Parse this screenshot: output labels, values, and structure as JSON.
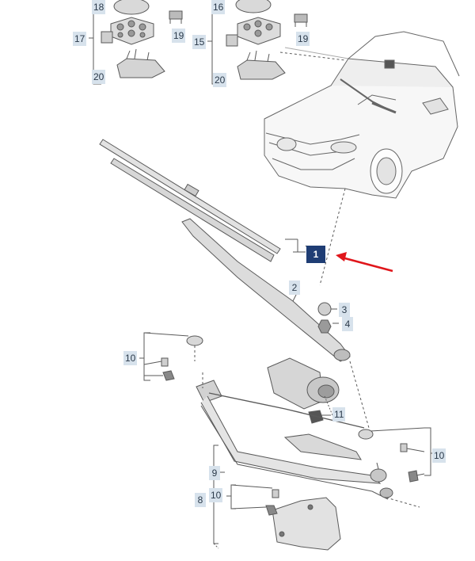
{
  "callouts": {
    "n1": "1",
    "n2": "2",
    "n3": "3",
    "n4": "4",
    "n8": "8",
    "n9": "9",
    "n10a": "10",
    "n10b": "10",
    "n10c": "10",
    "n11": "11",
    "n15": "15",
    "n16": "16",
    "n17": "17",
    "n18": "18",
    "n19a": "19",
    "n19b": "19",
    "n20a": "20",
    "n20b": "20"
  },
  "colors": {
    "highlight_box": "#1f3d74",
    "label_fill": "#d7e2ec",
    "arrow": "#e0161b",
    "line_art": "#555555"
  }
}
